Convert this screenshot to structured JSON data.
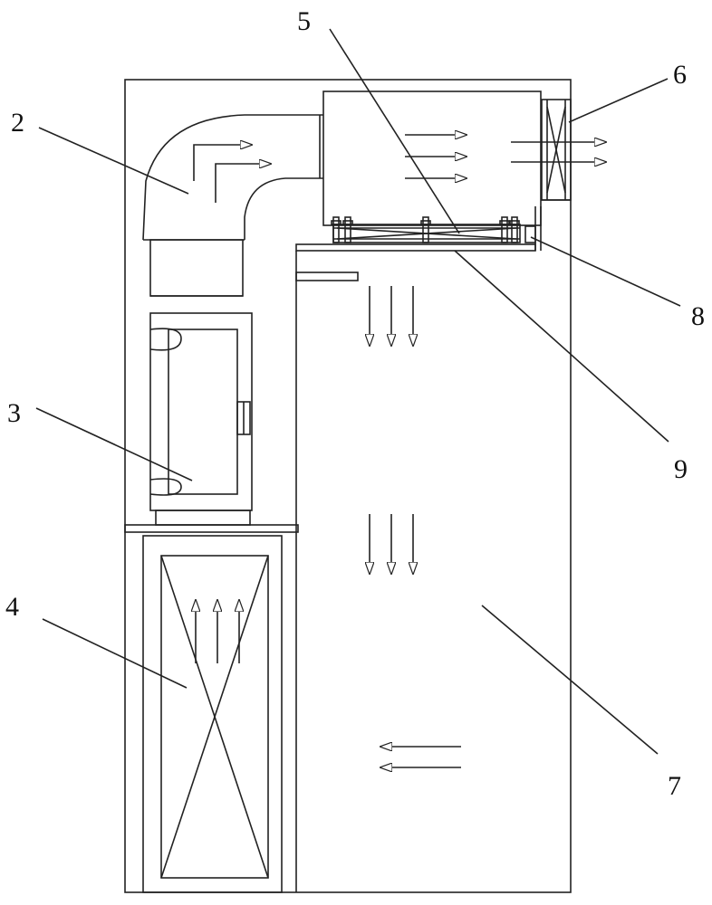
{
  "labels": {
    "l2": "2",
    "l3": "3",
    "l4": "4",
    "l5": "5",
    "l6": "6",
    "l7": "7",
    "l8": "8",
    "l9": "9"
  },
  "colors": {
    "line": "#222222",
    "background": "#ffffff"
  }
}
